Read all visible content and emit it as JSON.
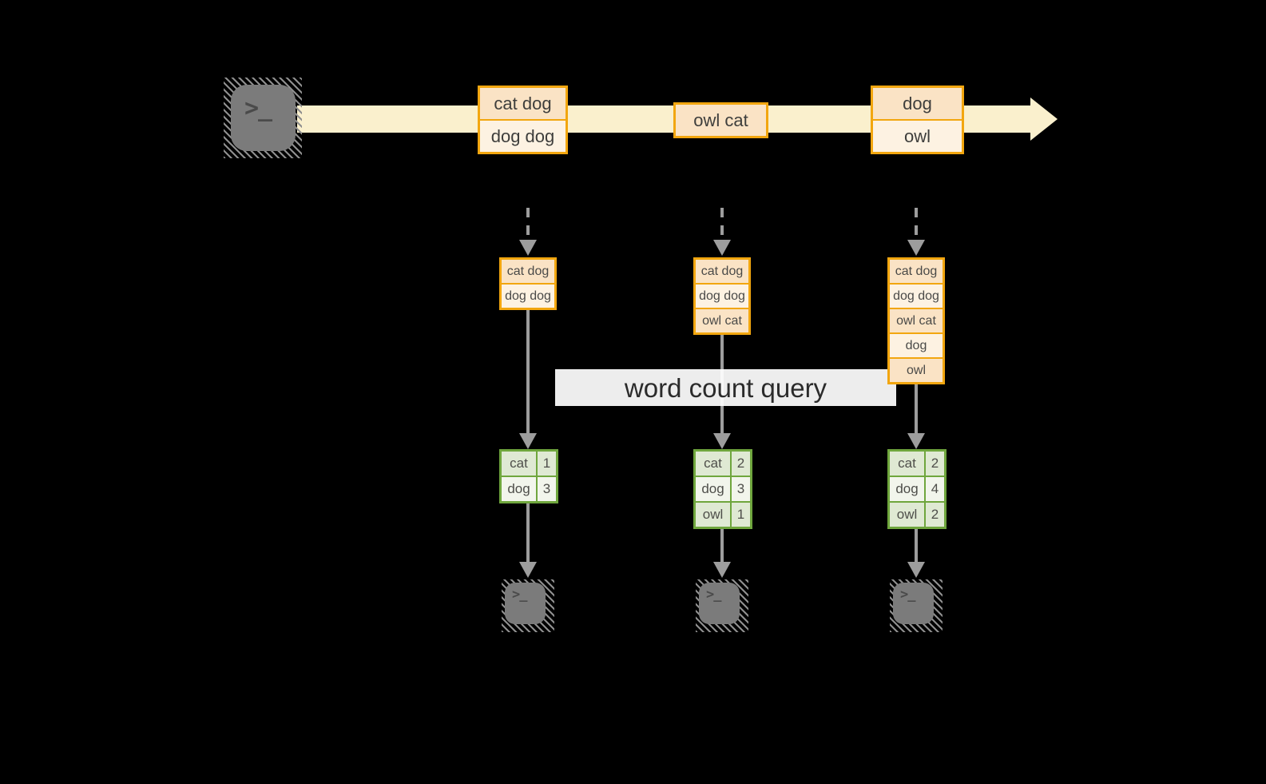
{
  "banner": {
    "label": "word count query"
  },
  "glyphs": {
    "terminal_prompt": ">_"
  },
  "stream": {
    "source_icon": "terminal-icon",
    "batches": [
      {
        "lines": [
          "cat dog",
          "dog dog"
        ]
      },
      {
        "lines": [
          "owl cat"
        ]
      },
      {
        "lines": [
          "dog",
          "owl"
        ]
      }
    ]
  },
  "columns": [
    {
      "buffer": [
        "cat dog",
        "dog dog"
      ],
      "counts": [
        {
          "word": "cat",
          "count": "1"
        },
        {
          "word": "dog",
          "count": "3"
        }
      ],
      "sink_icon": "terminal-icon"
    },
    {
      "buffer": [
        "cat dog",
        "dog dog",
        "owl cat"
      ],
      "counts": [
        {
          "word": "cat",
          "count": "2"
        },
        {
          "word": "dog",
          "count": "3"
        },
        {
          "word": "owl",
          "count": "1"
        }
      ],
      "sink_icon": "terminal-icon"
    },
    {
      "buffer": [
        "cat dog",
        "dog dog",
        "owl cat",
        "dog",
        "owl"
      ],
      "counts": [
        {
          "word": "cat",
          "count": "2"
        },
        {
          "word": "dog",
          "count": "4"
        },
        {
          "word": "owl",
          "count": "2"
        }
      ],
      "sink_icon": "terminal-icon"
    }
  ],
  "colors": {
    "stream_band": "#faf0cd",
    "box_border": "#f2a60f",
    "box_fill_dark": "#fae3c5",
    "box_fill_light": "#fdf2e2",
    "table_border": "#6fa63d",
    "table_fill_green": "#dfe9d3",
    "table_fill_white": "#f2f5ec",
    "arrow_gray": "#9d9d9d",
    "terminal_gray": "#7b7b7b",
    "banner_bg": "#ffffff"
  }
}
